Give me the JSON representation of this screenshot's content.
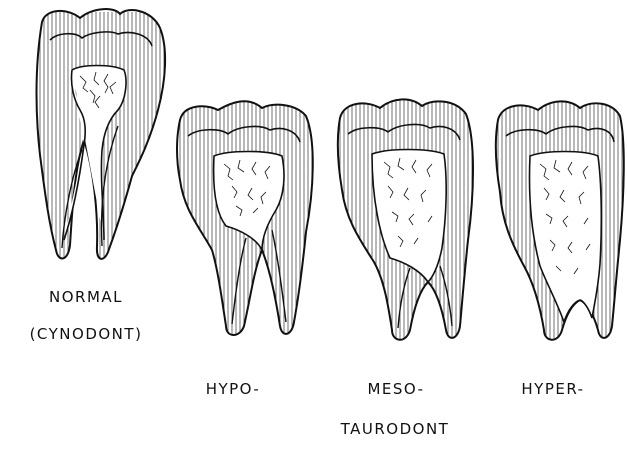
{
  "labels": {
    "normal_line1": "NORMAL",
    "normal_line2": "(CYNODONT)",
    "hypo": "HYPO-",
    "meso": "MESO-",
    "hyper": "HYPER-",
    "group": "TAURODONT"
  },
  "teeth": [
    {
      "name": "normal",
      "category": "NORMAL (CYNODONT)"
    },
    {
      "name": "hypo",
      "category": "HYPO-"
    },
    {
      "name": "meso",
      "category": "MESO-"
    },
    {
      "name": "hyper",
      "category": "HYPER-"
    }
  ],
  "colors": {
    "ink": "#111111",
    "paper": "#ffffff"
  }
}
